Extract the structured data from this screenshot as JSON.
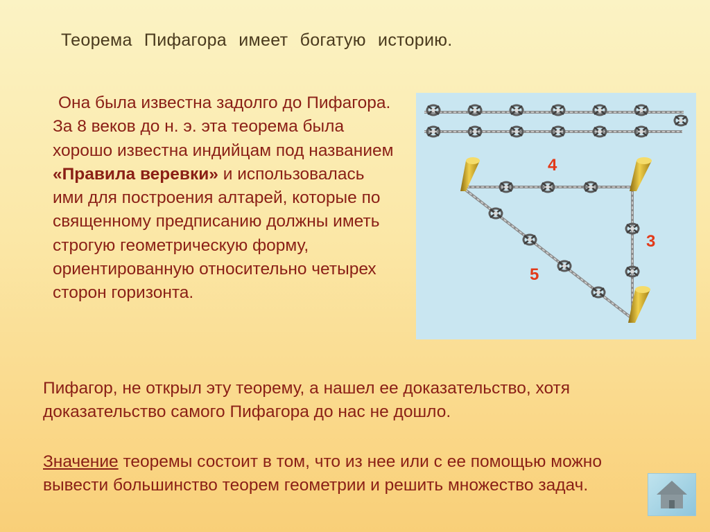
{
  "title": "Теорема Пифагора имеет богатую историю.",
  "para1": {
    "before_bold": "Она была известна задолго до Пифагора. За 8 веков до н. э. эта теорема была хорошо известна индийцам под названием ",
    "bold": "«Правила веревки»",
    "after_bold": " и использовалась ими для построения алтарей, которые по священному предписанию должны иметь строгую геометрическую форму, ориентированную относительно четырех сторон горизонта."
  },
  "para2": "Пифагор, не открыл эту теорему, а нашел ее доказательство, хотя доказательство самого Пифагора до нас не дошло.",
  "para3": {
    "underlined": "Значение",
    "rest": " теоремы состоит в том, что из нее или с ее помощью можно вывести большинство теорем геометрии и решить множество задач."
  },
  "figure": {
    "label_top": "4",
    "label_right": "3",
    "label_hyp": "5",
    "label_color": "#e23a1a",
    "panel_color": "#c9e6f1"
  },
  "home_button": {
    "icon": "home-icon"
  }
}
